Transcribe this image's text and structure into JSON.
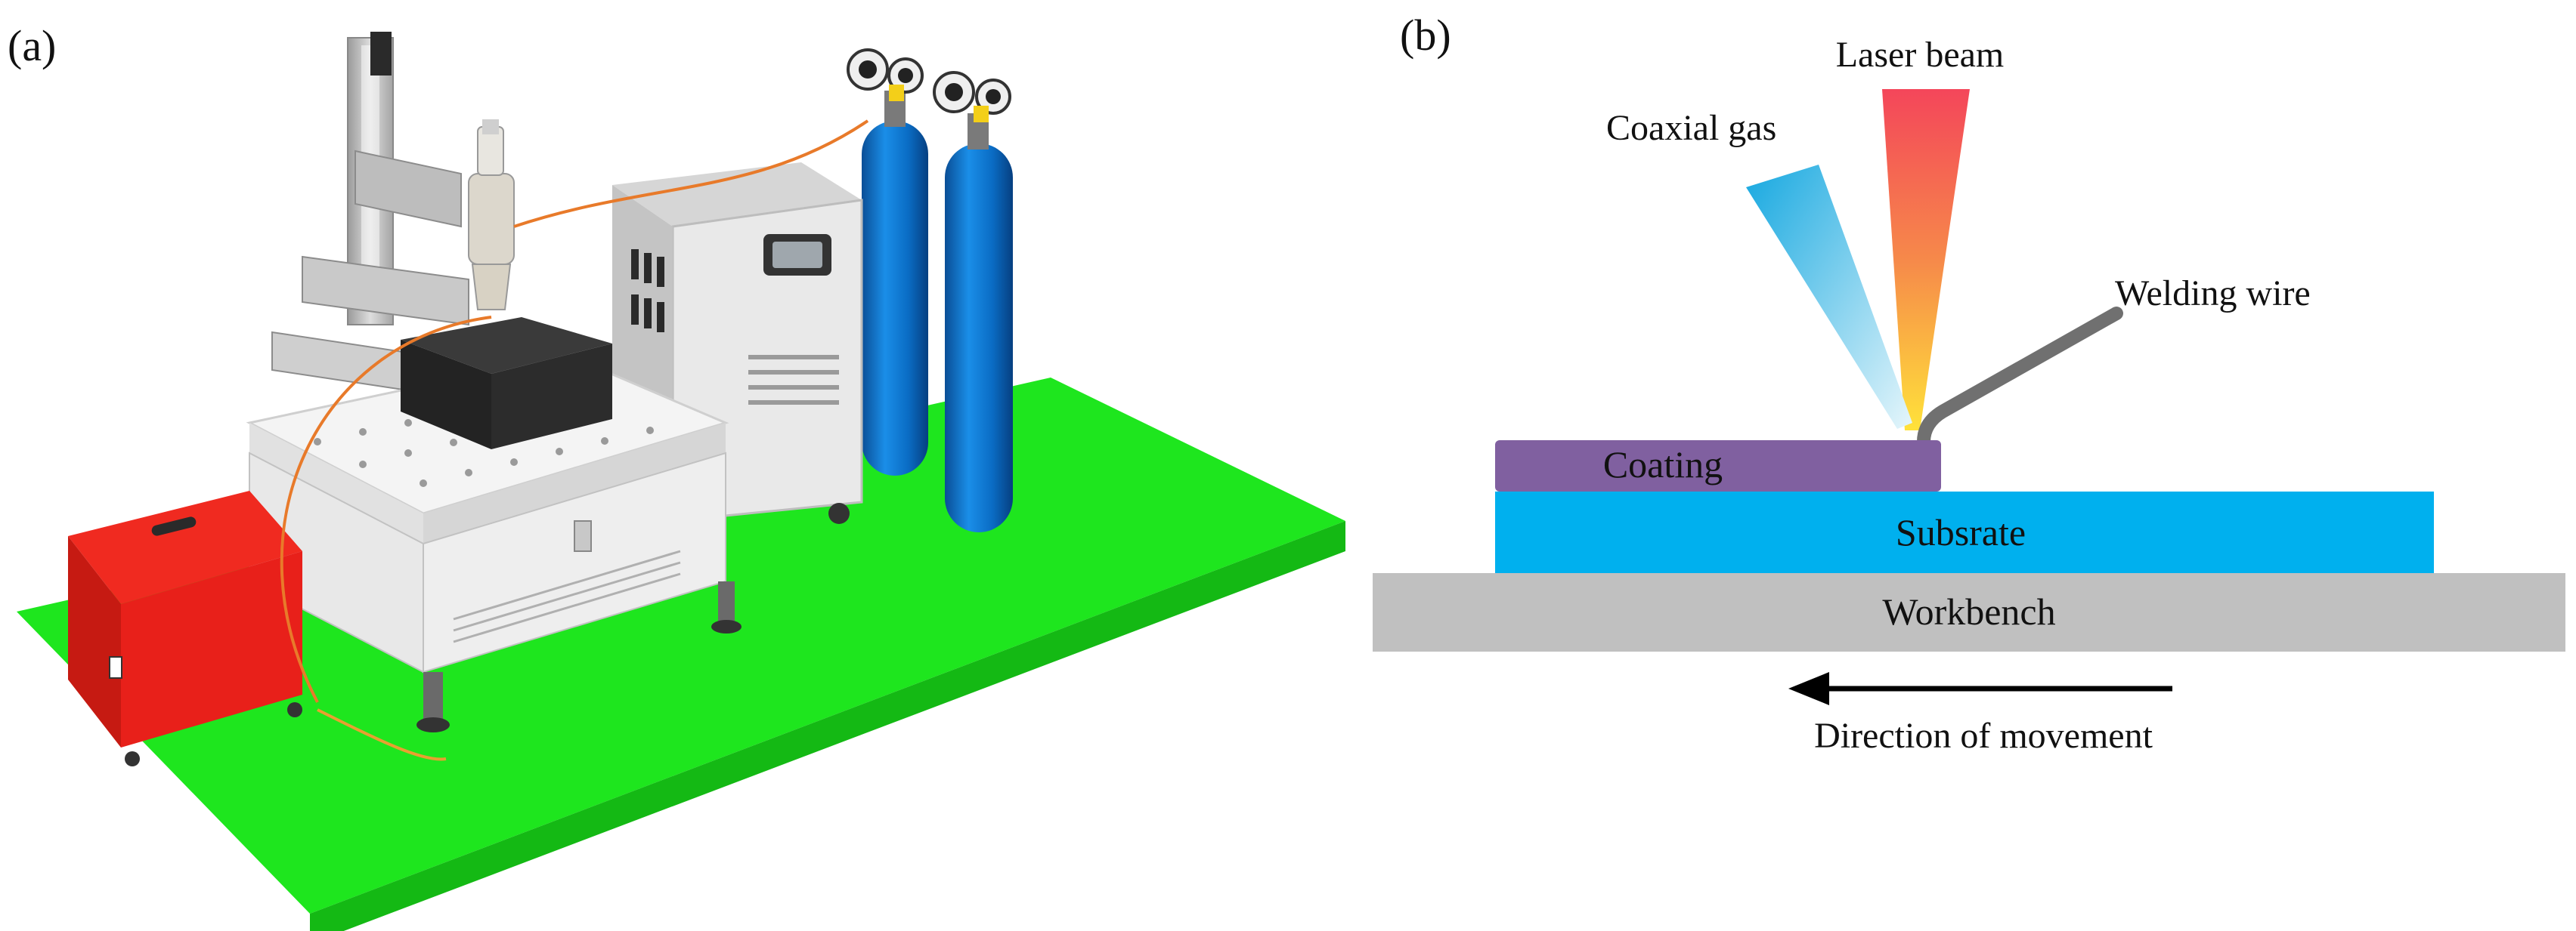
{
  "panels": {
    "a": {
      "label": "(a)"
    },
    "b": {
      "label": "(b)"
    }
  },
  "diagram_b": {
    "laser_beam": "Laser beam",
    "coaxial_gas": "Coaxial gas",
    "welding_wire": "Welding wire",
    "coating": "Coating",
    "substrate": "Subsrate",
    "workbench": "Workbench",
    "direction": "Direction of movement"
  },
  "colors": {
    "floor": "#1ee61e",
    "laser_source": "#e8201a",
    "gas_cylinder": "#0a72c9",
    "coating": "#8060a0",
    "substrate": "#00b0ee",
    "workbench": "#c0c0c0",
    "welding_wire": "#707070",
    "fiber_cable": "#e87a2a"
  }
}
